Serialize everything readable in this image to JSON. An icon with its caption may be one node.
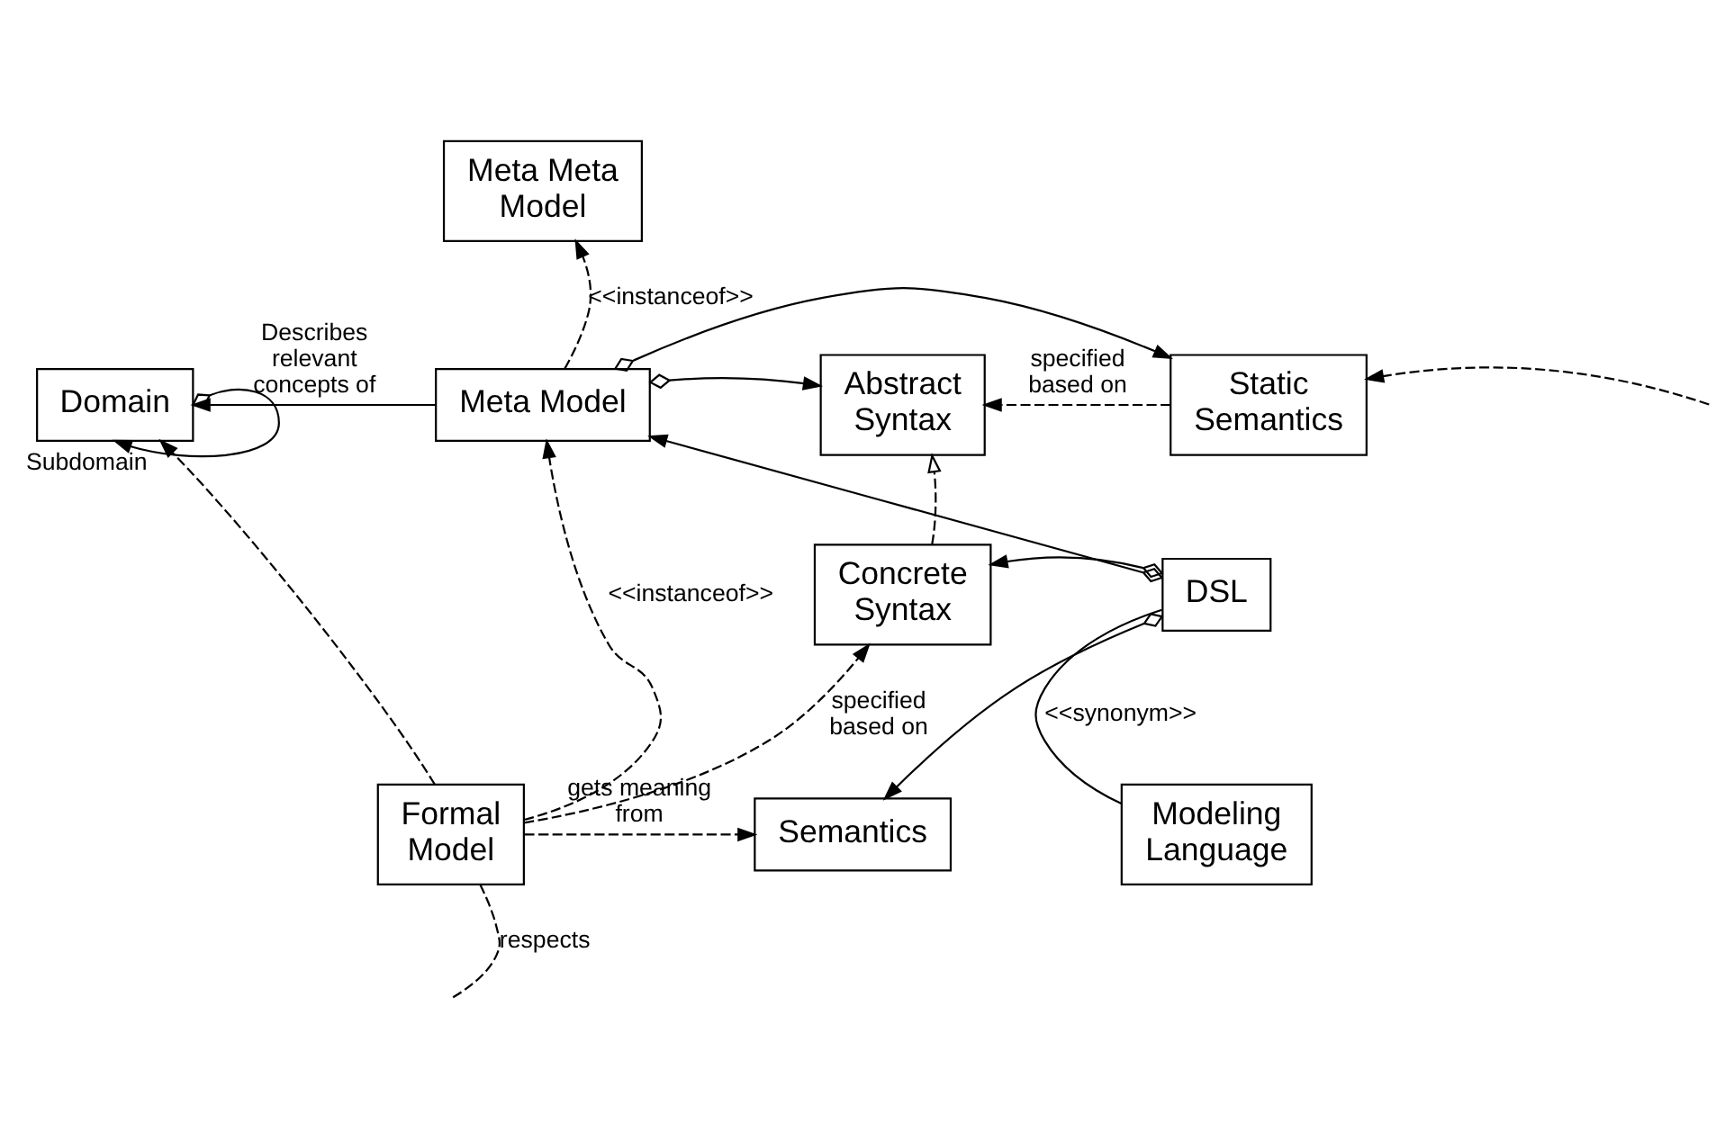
{
  "diagram": {
    "nodes": [
      {
        "text": [
          "Meta Meta Model"
        ]
      },
      {
        "text": [
          "Domain"
        ]
      },
      {
        "text": [
          "Meta Model"
        ]
      },
      {
        "text": [
          "Abstract Syntax"
        ]
      },
      {
        "text": [
          "Static Semantics"
        ]
      },
      {
        "text": [
          "Concrete Syntax"
        ]
      },
      {
        "text": [
          "DSL"
        ]
      },
      {
        "text": [
          "Formal Model"
        ]
      },
      {
        "text": [
          "Semantics"
        ]
      },
      {
        "text": [
          "Modeling Language"
        ]
      }
    ],
    "edges": [
      {
        "from": 2,
        "to": 0,
        "arrow": "to",
        "style": "dashed",
        "label": "<<instanceof>>"
      },
      {
        "from": 2,
        "to": 1,
        "arrow": "to",
        "label": "Describes relevant concepts of"
      },
      {
        "from": 1,
        "to": 1,
        "arrow": "to",
        "label": "Subdomain"
      },
      {
        "from": 2,
        "to": 4,
        "arrow": "to"
      },
      {
        "from": 2,
        "to": 3,
        "arrow": "to"
      },
      {
        "from": 4,
        "to": 3,
        "arrow": "to",
        "style": "dashed",
        "label": "specified based on"
      },
      {
        "from": null,
        "to": 4,
        "arrow": "to",
        "style": "dashed"
      },
      {
        "from": 5,
        "to": 3,
        "arrow": "to",
        "style": "dashed"
      },
      {
        "from": 6,
        "to": 2,
        "arrow": "to"
      },
      {
        "from": 6,
        "to": 5,
        "arrow": "to"
      },
      {
        "from": 6,
        "to": 8,
        "arrow": "to"
      },
      {
        "from": 6,
        "to": 9,
        "arrow": "none",
        "label": "<<synonym>>"
      },
      {
        "from": 7,
        "to": 1,
        "arrow": "to",
        "style": "dashed"
      },
      {
        "from": 7,
        "to": 2,
        "arrow": "to",
        "style": "dashed",
        "label": "<<instanceof>>"
      },
      {
        "from": 7,
        "to": 5,
        "arrow": "to",
        "style": "dashed",
        "label": "specified based on"
      },
      {
        "from": 7,
        "to": 8,
        "arrow": "to",
        "style": "dashed",
        "label": "gets meaning from"
      },
      {
        "from": 7,
        "to": null,
        "arrow": "none",
        "style": "dashed",
        "label": "respects"
      }
    ]
  }
}
